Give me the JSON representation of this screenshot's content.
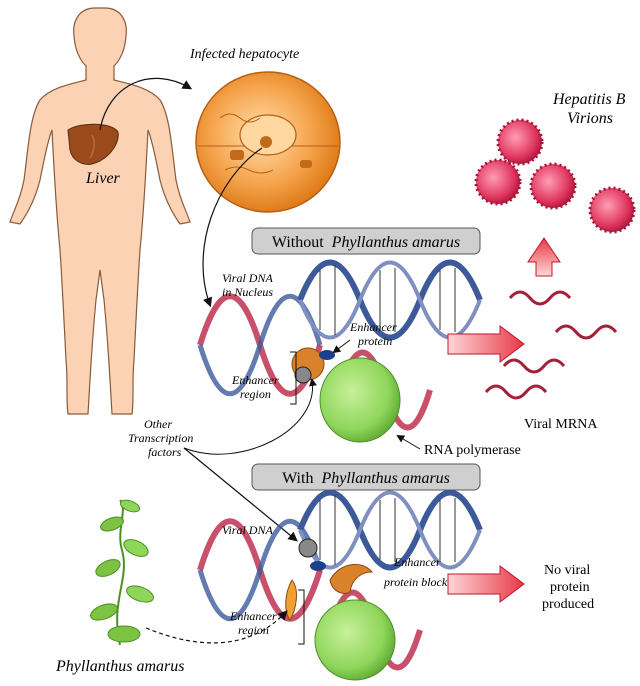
{
  "labels": {
    "liver": "Liver",
    "infected_hepatocyte": "Infected hepatocyte",
    "hbv_line1": "Hepatitis B",
    "hbv_line2": "Virions",
    "banner_without_prefix": "Without",
    "banner_with_prefix": "With",
    "plant_species": "Phyllanthus amarus",
    "viral_dna_nucleus_line1": "Viral DNA",
    "viral_dna_nucleus_line2": "in Nucleus",
    "enhancer_protein_line1": "Enhancer",
    "enhancer_protein_line2": "protein",
    "enhancer_region_line1": "Enhancer",
    "enhancer_region_line2": "region",
    "enhancer_region2_line1": "Enhancer",
    "enhancer_region2_line2": "region",
    "viral_mrna": "Viral MRNA",
    "other_tf_line1": "Other",
    "other_tf_line2": "Transcription",
    "other_tf_line3": "factors",
    "rna_polymerase": "RNA polymerase",
    "viral_dna": "Viral DNA",
    "blocked_line1": "Enhancer",
    "blocked_line2": "protein blocked",
    "no_viral_line1": "No viral",
    "no_viral_line2": "protein",
    "no_viral_line3": "produced",
    "plant_caption": "Phyllanthus amarus"
  },
  "colors": {
    "skin": "#fbd2b3",
    "liver": "#9b4a1c",
    "cell": "#f5a24a",
    "dna_red": "#c8506a",
    "dna_blue": "#3c5a9a",
    "virion": "#e0365e",
    "polymerase": "#8ed65a",
    "enhancer": "#d9822b",
    "mrna": "#a32038",
    "arrow": "#e63946",
    "banner": "#cfcfcf",
    "plant_leaf": "#7cc243"
  }
}
